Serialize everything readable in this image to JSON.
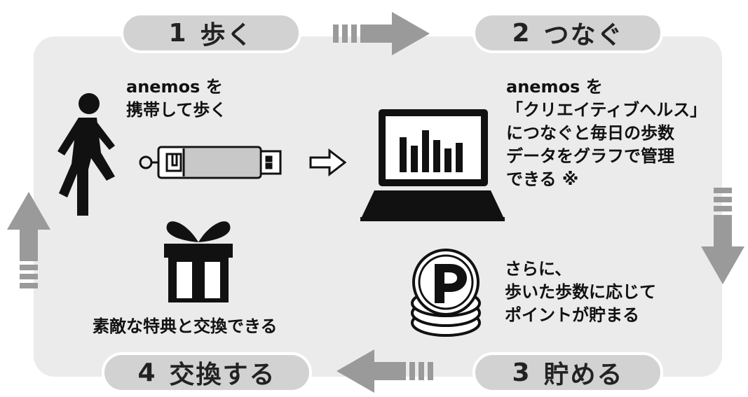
{
  "steps": [
    {
      "num": "1",
      "label": "歩く"
    },
    {
      "num": "2",
      "label": "つなぐ"
    },
    {
      "num": "3",
      "label": "貯める"
    },
    {
      "num": "4",
      "label": "交換する"
    }
  ],
  "walk_text": {
    "line1": "anemos を",
    "line2": "携帯して歩く"
  },
  "connect_text": {
    "line1": "anemos を",
    "line2": "「クリエイティブヘルス」",
    "line3": "につなぐと毎日の歩数",
    "line4": "データをグラフで管理",
    "line5": "できる ※"
  },
  "points_text": {
    "line1": "さらに、",
    "line2": "歩いた歩数に応じて",
    "line3": "ポイントが貯まる"
  },
  "exchange_text": "素敵な特典と交換できる",
  "icons": [
    "walking-person-icon",
    "usb-key-icon",
    "outline-arrow-icon",
    "laptop-chart-icon",
    "point-coins-icon",
    "gift-box-icon"
  ],
  "colors": {
    "panel": "#ebebeb",
    "pill": "#d2d2d2",
    "arrow": "#9a9a9a",
    "ink": "#111111"
  }
}
